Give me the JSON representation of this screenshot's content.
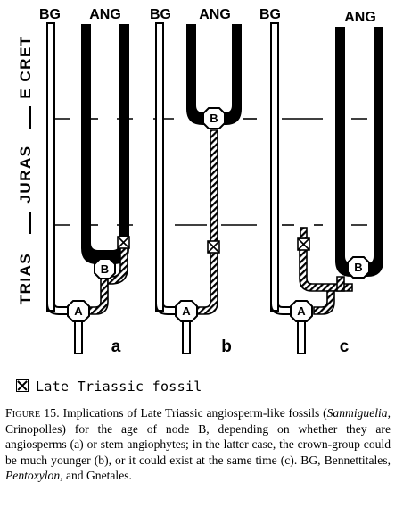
{
  "panels": [
    {
      "id": "a",
      "label": "a",
      "bg_label": "BG",
      "ang_label": "ANG"
    },
    {
      "id": "b",
      "label": "b",
      "bg_label": "BG",
      "ang_label": "ANG"
    },
    {
      "id": "c",
      "label": "c",
      "bg_label": "BG",
      "ang_label": "ANG"
    }
  ],
  "periods": [
    "E CRET",
    "JURAS",
    "TRIAS"
  ],
  "node_labels": {
    "A": "A",
    "B": "B"
  },
  "legend": {
    "text": "Late Triassic fossil"
  },
  "caption": {
    "lead": "Figure 15.",
    "text_1": " Implications of Late Triassic angiosperm-like fossils (",
    "italic_1": "Sanmiguelia,",
    "text_2": " Crinopolles) for the age of node B, depending on whether they are angiosperms (a) or stem angiophytes; in the latter case, the crown-group could be much younger (b), or it could exist at the same time (c). BG, Bennettitales, ",
    "italic_2": "Pentoxylon,",
    "text_3": " and Gnetales."
  }
}
